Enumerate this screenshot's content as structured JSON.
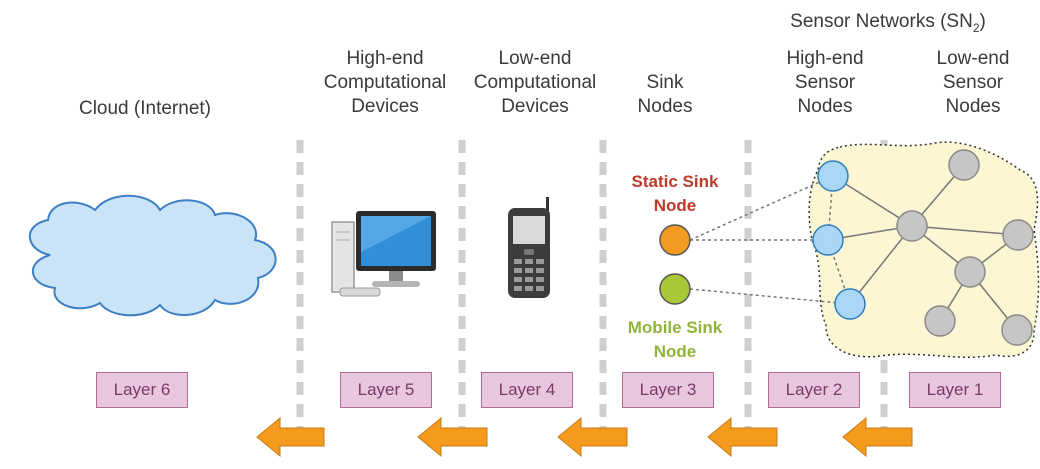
{
  "headers": {
    "cloud": "Cloud (Internet)",
    "high_comp": [
      "High-end",
      "Computational",
      "Devices"
    ],
    "low_comp": [
      "Low-end",
      "Computational",
      "Devices"
    ],
    "sink": [
      "Sink",
      "Nodes"
    ],
    "sensor_networks": "Sensor Networks (SN",
    "sensor_networks_sub": "2",
    "sensor_networks_close": ")",
    "high_sensor": [
      "High-end",
      "Sensor",
      "Nodes"
    ],
    "low_sensor": [
      "Low-end",
      "Sensor",
      "Nodes"
    ]
  },
  "sink_labels": {
    "static": [
      "Static Sink",
      "Node"
    ],
    "mobile": [
      "Mobile Sink",
      "Node"
    ]
  },
  "layers": [
    "Layer 6",
    "Layer 5",
    "Layer 4",
    "Layer 3",
    "Layer 2",
    "Layer 1"
  ],
  "colors": {
    "cloud_fill": "#c9e3f7",
    "cloud_stroke": "#3c7fc4",
    "static_sink": "#f39a22",
    "mobile_sink": "#a8c837",
    "high_sensor": "#a9d7f5",
    "low_sensor": "#c6c6c6",
    "network_fill": "#fcf6d3",
    "arrow": "#f49b1e",
    "static_label": "#c0392b",
    "mobile_label": "#8fb43a"
  }
}
